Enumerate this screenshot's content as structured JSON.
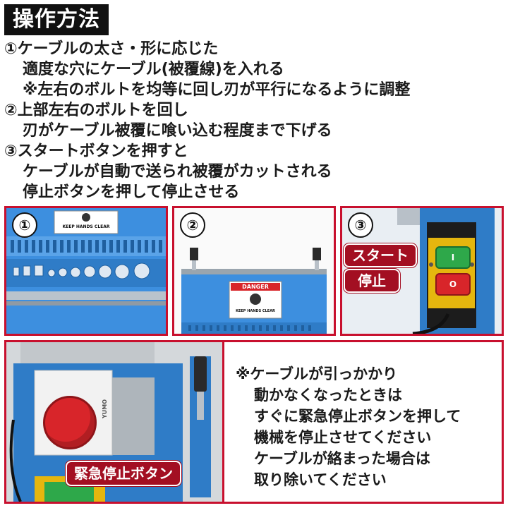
{
  "title": "操作方法",
  "steps": [
    {
      "lines": [
        "①ケーブルの太さ・形に応じた",
        "適度な穴にケーブル(被覆線)を入れる",
        "※左右のボルトを均等に回し刃が平行になるように調整"
      ]
    },
    {
      "lines": [
        "②上部左右のボルトを回し",
        "刃がケーブル被覆に喰い込む程度まで下げる"
      ]
    },
    {
      "lines": [
        "③スタートボタンを押すと",
        "ケーブルが自動で送られ被覆がカットされる",
        "停止ボタンを押して停止させる"
      ]
    }
  ],
  "panels": {
    "p1": {
      "number": "①",
      "sign_text": "KEEP HANDS CLEAR"
    },
    "p2": {
      "number": "②",
      "danger_text": "DANGER",
      "sign_text": "KEEP HANDS CLEAR"
    },
    "p3": {
      "number": "③",
      "start_label": "スタート",
      "stop_label": "停止",
      "start_symbol": "I",
      "stop_symbol": "O"
    },
    "p4": {
      "emergency_label": "緊急停止ボタン",
      "brand": "YUMO"
    }
  },
  "note_lines": [
    "※ケーブルが引っかかり",
    "動かなくなったときは",
    "すぐに緊急停止ボタンを押して",
    "機械を停止させてください",
    "ケーブルが絡まった場合は",
    "取り除いてください"
  ],
  "colors": {
    "machine_blue": "#3d8fdf",
    "frame_red": "#c8102e",
    "badge_red": "#a30f22",
    "start_green": "#2ea84a",
    "stop_red": "#d8252a"
  }
}
